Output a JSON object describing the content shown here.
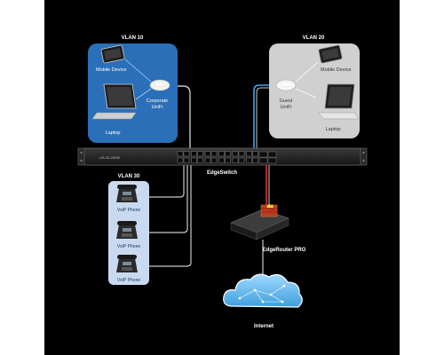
{
  "vlan_corporate": {
    "title": "VLAN 10",
    "mobile_label": "Mobile Device",
    "ap_label_1": "Corporate",
    "ap_label_2": "UniFi",
    "laptop_label": "Laptop"
  },
  "vlan_guest": {
    "title": "VLAN 20",
    "mobile_label": "Mobile Device",
    "ap_label_1": "Guest",
    "ap_label_2": "UniFi",
    "laptop_label": "Laptop"
  },
  "vlan_voip": {
    "title": "VLAN 30",
    "phones": [
      "VoIP Phone",
      "VoIP Phone",
      "VoIP Phone"
    ]
  },
  "switch": {
    "model_text": "US-24-250W",
    "name": "EdgeSwitch"
  },
  "router": {
    "name": "EdgeRouter PRO"
  },
  "internet": {
    "label": "Internet"
  },
  "colors": {
    "background": "#000000",
    "vlan_corporate_fill": "#2b6fb8",
    "vlan_guest_fill": "#d0d0d0",
    "vlan_voip_fill": "#c9daf0",
    "uplink_blue": "#4aa3e8",
    "cable_gray": "#c8c8c8",
    "cloud_blue": "#5fb8ec"
  }
}
